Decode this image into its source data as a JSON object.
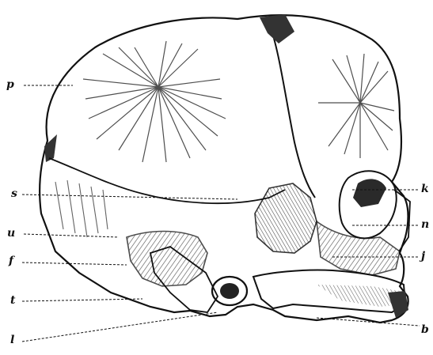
{
  "labels": {
    "p": "p",
    "s": "s",
    "u": "u",
    "f": "f",
    "t": "t",
    "l": "l",
    "k": "k",
    "n": "n",
    "j": "j",
    "b": "b"
  },
  "colors": {
    "ink": "#111111",
    "background": "#ffffff"
  }
}
